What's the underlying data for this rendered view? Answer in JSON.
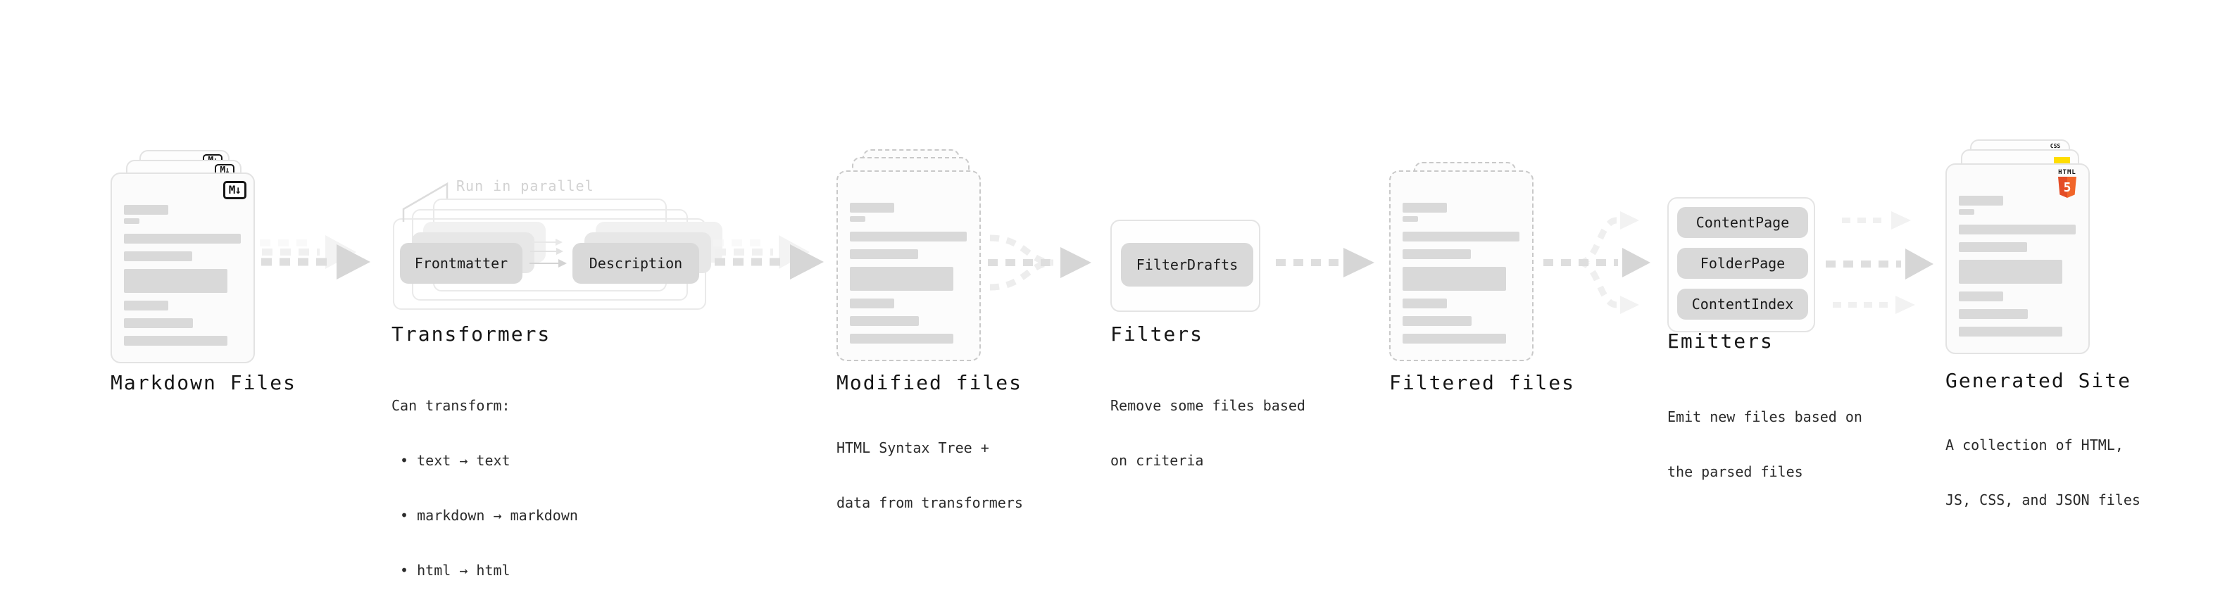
{
  "nodes": {
    "markdown": {
      "title": "Markdown Files",
      "badge": "M↓"
    },
    "transformers": {
      "title": "Transformers",
      "annotation": "Run in parallel",
      "pill_left": "Frontmatter",
      "pill_right": "Description",
      "desc": [
        "Can transform:",
        " • text → text",
        " • markdown → markdown",
        " • html → html"
      ]
    },
    "modified": {
      "title": "Modified files",
      "desc": [
        "HTML Syntax Tree +",
        "data from transformers"
      ]
    },
    "filters": {
      "title": "Filters",
      "pill": "FilterDrafts",
      "desc": [
        "Remove some files based",
        "on criteria"
      ]
    },
    "filtered": {
      "title": "Filtered files"
    },
    "emitters": {
      "title": "Emitters",
      "pills": [
        "ContentPage",
        "FolderPage",
        "ContentIndex"
      ],
      "desc": [
        "Emit new files based on",
        "the parsed files"
      ]
    },
    "generated": {
      "title": "Generated Site",
      "html_badge_word": "HTML",
      "html_badge_number": "5",
      "css_badge_word": "CSS",
      "desc": [
        "A collection of HTML,",
        "JS, CSS, and JSON files"
      ]
    }
  },
  "colors": {
    "html5_orange": "#f16529",
    "html5_orange_dark": "#e44d26",
    "js_yellow": "#ffdd00",
    "css_blue": "#2760e6",
    "pill_gray": "#d9d9d9",
    "arrow_gray": "#dedede",
    "arrow_head_gray": "#d6d6d6",
    "ghost_gray": "#f1f1f1",
    "text_dark": "#1c1c1c",
    "faded_text": "#d2d2d2"
  }
}
